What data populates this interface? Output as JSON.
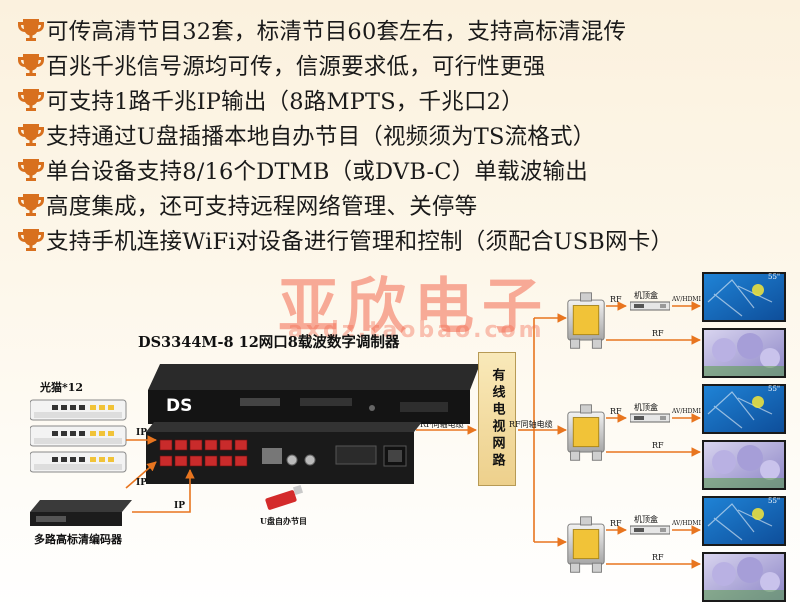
{
  "features": [
    "可传高清节目32套，标清节目60套左右，支持高标清混传",
    "百兆千兆信号源均可传，信源要求低，可行性更强",
    "可支持1路千兆IP输出（8路MPTS，千兆口2）",
    "支持通过U盘插播本地自办节目（视频须为TS流格式）",
    "单台设备支持8/16个DTMB（或DVB-C）单载波输出",
    "高度集成，还可支持远程网络管理、关停等",
    "支持手机连接WiFi对设备进行管理和控制（须配合USB网卡）"
  ],
  "watermark": {
    "main": "亚欣电子",
    "sub": "axdz.taobao.com"
  },
  "diagram": {
    "device_title": "DS3344M-8 12网口8载波数字调制器",
    "device_brand": "DS",
    "onu_label": "光猫*12",
    "encoder_label": "多路高标清编码器",
    "usb_label": "U盘自办节目",
    "ip_label": "IP",
    "rf_cable_label": "RF同轴电缆",
    "network_label": "有线电视网路",
    "rf_label": "RF",
    "stb_label": "机顶盒",
    "av_label": "AV/HDMI",
    "tv_badge": "55\""
  },
  "colors": {
    "trophy": "#d8701e",
    "arrow": "#e8751f",
    "watermark": "#f26a50",
    "tv_blue": "#1e6fc0",
    "tv_purple": "#8e88c8"
  }
}
